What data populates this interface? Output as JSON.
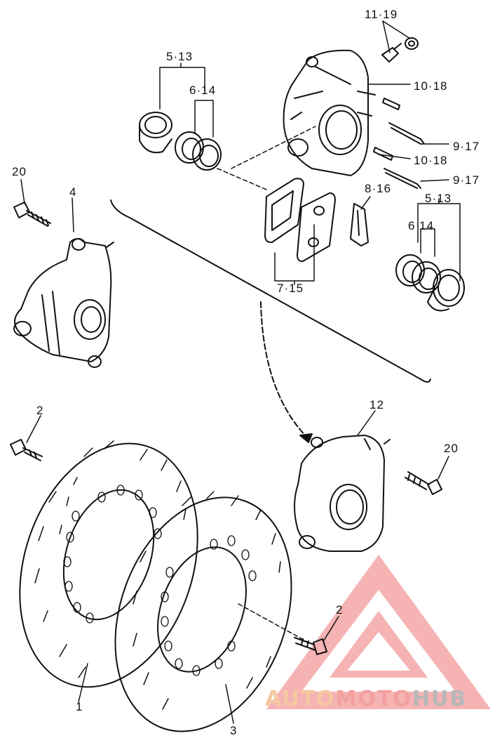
{
  "callouts": {
    "c11_19": "11·19",
    "c5_13_a": "5·13",
    "c6_14_a": "6·14",
    "c10_18_a": "10·18",
    "c9_17_a": "9·17",
    "c10_18_b": "10·18",
    "c9_17_b": "9·17",
    "c20_a": "20",
    "c4": "4",
    "c8_16": "8·16",
    "c5_13_b": "5·13",
    "c6_14_b": "6  14",
    "c7_15": "7·15",
    "c12": "12",
    "c2_a": "2",
    "c20_b": "20",
    "c2_b": "2",
    "c1": "1",
    "c3": "3"
  },
  "watermark": {
    "part1": "AUTO",
    "part2": "MOTO",
    "part3": "HUB",
    "colors": {
      "auto": "#f6c8a0",
      "moto": "#f4a0a0",
      "hub": "#b8b8b8",
      "logo": "#f19a9a"
    }
  }
}
